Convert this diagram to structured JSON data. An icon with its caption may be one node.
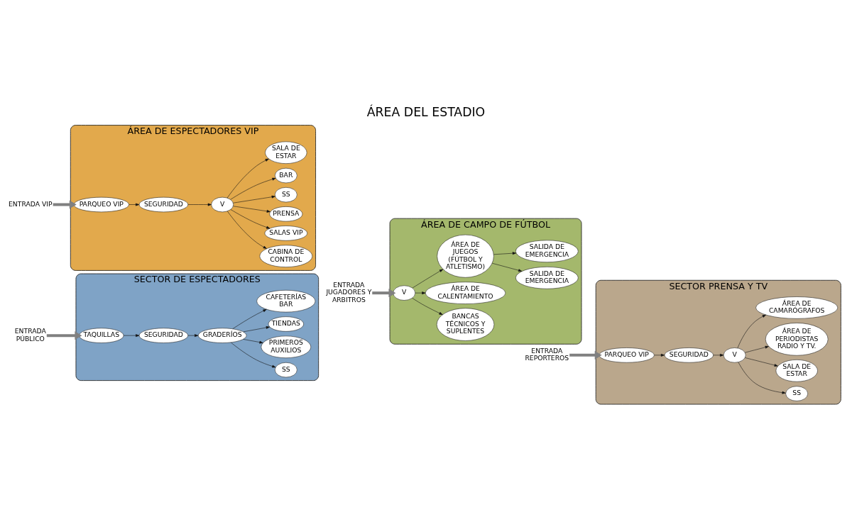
{
  "diagram": {
    "title": "ÁREA DEL ESTADIO",
    "nodes": [
      {
        "text": [
          "SECTOR DE ESPECTADORES"
        ]
      },
      {
        "text": [
          "TAQUILLAS"
        ],
        "in": 0
      },
      {
        "text": [
          "SEGURIDAD"
        ],
        "in": 0
      },
      {
        "text": [
          "GRADERÍOS"
        ],
        "in": 0
      },
      {
        "text": [
          "SS"
        ],
        "in": 0
      },
      {
        "text": [
          "PRIMEROS AUXILIOS"
        ],
        "in": 0
      },
      {
        "text": [
          "TIENDAS"
        ],
        "in": 0
      },
      {
        "text": [
          "CAFETERÍAS BAR"
        ],
        "in": 0
      },
      {
        "text": [
          "ENTRADA PÚBLICO"
        ]
      },
      {
        "text": [
          "ÁREA DE CAMPO DE FÚTBOL"
        ]
      },
      {
        "text": [
          "SALIDA DE EMERGENCIA"
        ],
        "in": 9
      },
      {
        "text": [
          "BANCAS TÉCNICOS Y SUPLENTES"
        ],
        "in": 9
      },
      {
        "text": [
          "ÁREA DE JUEGOS (FÚTBOL Y ATLETISMO)"
        ],
        "in": 9
      },
      {
        "text": [
          "V"
        ],
        "in": 9
      },
      {
        "text": [
          "ÁREA DE CALENTAMIENTO"
        ],
        "in": 9
      },
      {
        "text": [
          "SALIDA DE EMERGENCIA"
        ],
        "in": 9
      },
      {
        "text": [
          "ENTRADA JUGADORES Y ARBITROS"
        ]
      },
      {
        "text": [
          "SECTOR PRENSA Y TV"
        ]
      },
      {
        "text": [
          "SS"
        ],
        "in": 17
      },
      {
        "text": [
          "SALA DE ESTAR"
        ],
        "in": 17
      },
      {
        "text": [
          "V"
        ],
        "in": 17
      },
      {
        "text": [
          "SEGURIDAD"
        ],
        "in": 17
      },
      {
        "text": [
          "PARQUEO VIP"
        ],
        "in": 17
      },
      {
        "text": [
          "ÁREA DE PERIODISTAS RADIO Y TV."
        ],
        "in": 17
      },
      {
        "text": [
          "ÁREA DE CAMARÓGRAFOS"
        ],
        "in": 17
      },
      {
        "text": [
          "ENTRADA REPORTEROS"
        ]
      },
      {
        "text": [
          "ÁREA DE ESPECTADORES VIP"
        ]
      },
      {
        "text": [
          "CABINA DE CONTROL"
        ],
        "in": 26
      },
      {
        "text": [
          "SALAS VIP"
        ],
        "in": 26
      },
      {
        "text": [
          "PARQUEO VIP"
        ],
        "in": 26
      },
      {
        "text": [
          "SEGURIDAD"
        ],
        "in": 26
      },
      {
        "text": [
          "V"
        ],
        "in": 26
      },
      {
        "text": [
          "PRENSA"
        ],
        "in": 26
      },
      {
        "text": [
          "SS"
        ],
        "in": 26
      },
      {
        "text": [
          "BAR"
        ],
        "in": 26
      },
      {
        "text": [
          "SALA DE ESTAR"
        ],
        "in": 26
      },
      {
        "text": [
          "ENTRADA VIP"
        ]
      }
    ],
    "edges": [
      {
        "from": 8,
        "to": 1,
        "arrow": "to",
        "style": "thick",
        "color": "#808080"
      },
      {
        "from": 1,
        "to": 2,
        "arrow": "to"
      },
      {
        "from": 2,
        "to": 3,
        "arrow": "to"
      },
      {
        "from": 3,
        "to": 4,
        "arrow": "to"
      },
      {
        "from": 3,
        "to": 5,
        "arrow": "to"
      },
      {
        "from": 3,
        "to": 6,
        "arrow": "to"
      },
      {
        "from": 3,
        "to": 7,
        "arrow": "to"
      },
      {
        "from": 12,
        "to": 10,
        "arrow": "to"
      },
      {
        "from": 13,
        "to": 11,
        "arrow": "to"
      },
      {
        "from": 13,
        "to": 12,
        "arrow": "to"
      },
      {
        "from": 13,
        "to": 14,
        "arrow": "to"
      },
      {
        "from": 12,
        "to": 15,
        "arrow": "to"
      },
      {
        "from": 16,
        "to": 13,
        "arrow": "to",
        "style": "thick",
        "color": "#808080"
      },
      {
        "from": 25,
        "to": 22,
        "arrow": "to",
        "style": "thick",
        "color": "#808080"
      },
      {
        "from": 22,
        "to": 21,
        "arrow": "to"
      },
      {
        "from": 21,
        "to": 20,
        "arrow": "to"
      },
      {
        "from": 20,
        "to": 18,
        "arrow": "to"
      },
      {
        "from": 20,
        "to": 19,
        "arrow": "to"
      },
      {
        "from": 20,
        "to": 23,
        "arrow": "to"
      },
      {
        "from": 20,
        "to": 24,
        "arrow": "to"
      },
      {
        "from": 36,
        "to": 29,
        "arrow": "to",
        "style": "thick",
        "color": "#808080"
      },
      {
        "from": 29,
        "to": 30,
        "arrow": "to"
      },
      {
        "from": 30,
        "to": 31,
        "arrow": "to"
      },
      {
        "from": 31,
        "to": 27,
        "arrow": "to"
      },
      {
        "from": 31,
        "to": 28,
        "arrow": "to"
      },
      {
        "from": 31,
        "to": 32,
        "arrow": "to"
      },
      {
        "from": 31,
        "to": 33,
        "arrow": "to"
      },
      {
        "from": 31,
        "to": 34,
        "arrow": "to"
      },
      {
        "from": 31,
        "to": 35,
        "arrow": "to"
      }
    ]
  }
}
